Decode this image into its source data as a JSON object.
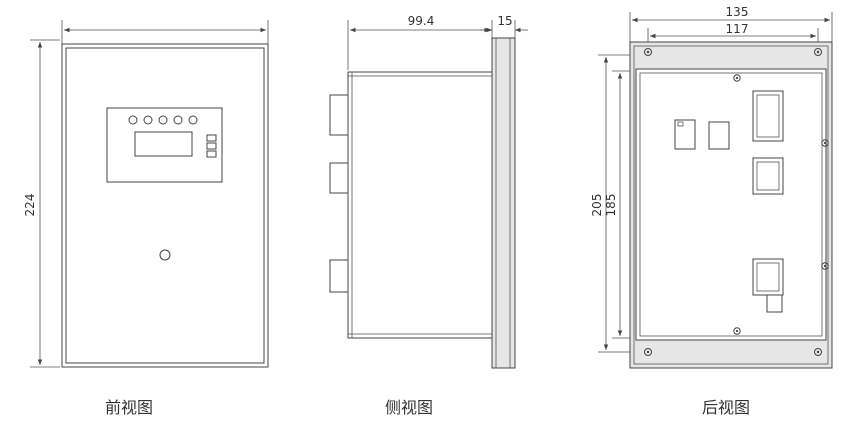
{
  "front_view": {
    "caption": "前视图",
    "height_label": "224",
    "led_count": 5
  },
  "side_view": {
    "caption": "侧视图",
    "depth_label": "99.4",
    "flange_label": "15"
  },
  "rear_view": {
    "caption": "后视图",
    "width_outer_label": "135",
    "width_inner_label": "117",
    "height_outer_label": "205",
    "height_inner_label": "185"
  }
}
